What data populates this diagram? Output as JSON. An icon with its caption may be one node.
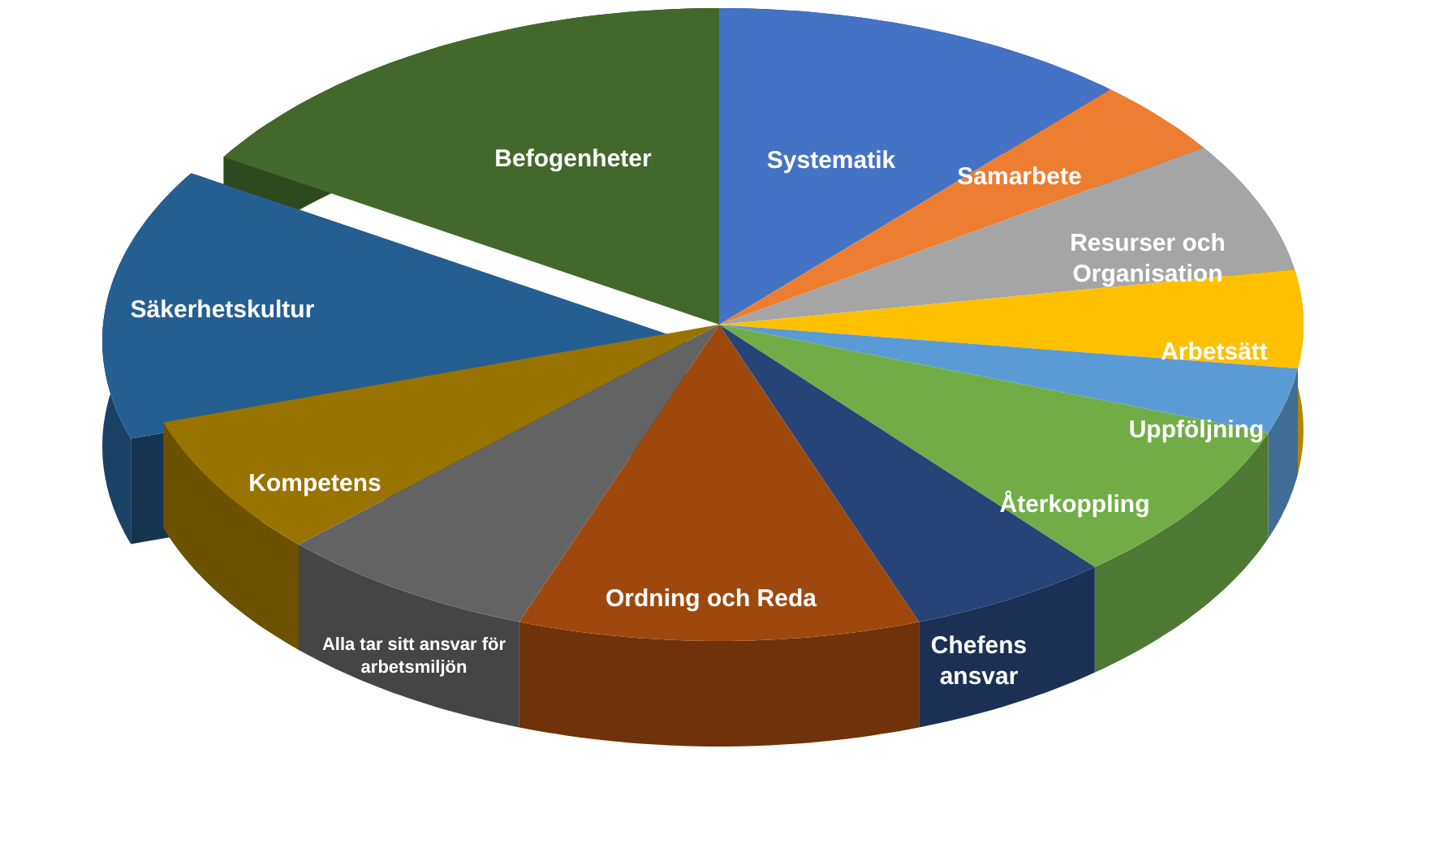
{
  "diagram": {
    "labels": [
      "Systematik",
      "Samarbete",
      "Resurser och Organisation",
      "Arbetsätt",
      "Uppföljning",
      "Återkoppling",
      "Chefens ansvar",
      "Ordning och Reda",
      "Alla tar sitt ansvar för arbetsmiljön",
      "Kompetens",
      "Säkerhetskultur",
      "Befogenheter"
    ]
  }
}
